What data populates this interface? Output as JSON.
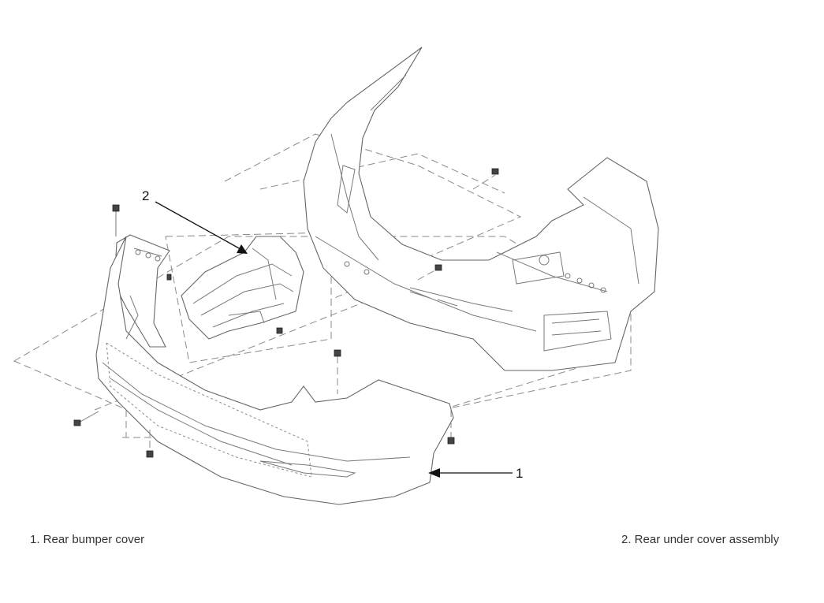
{
  "callouts": [
    {
      "number": "1"
    },
    {
      "number": "2"
    }
  ],
  "legend": [
    {
      "label": "1. Rear bumper cover"
    },
    {
      "label": "2. Rear under cover assembly"
    }
  ]
}
